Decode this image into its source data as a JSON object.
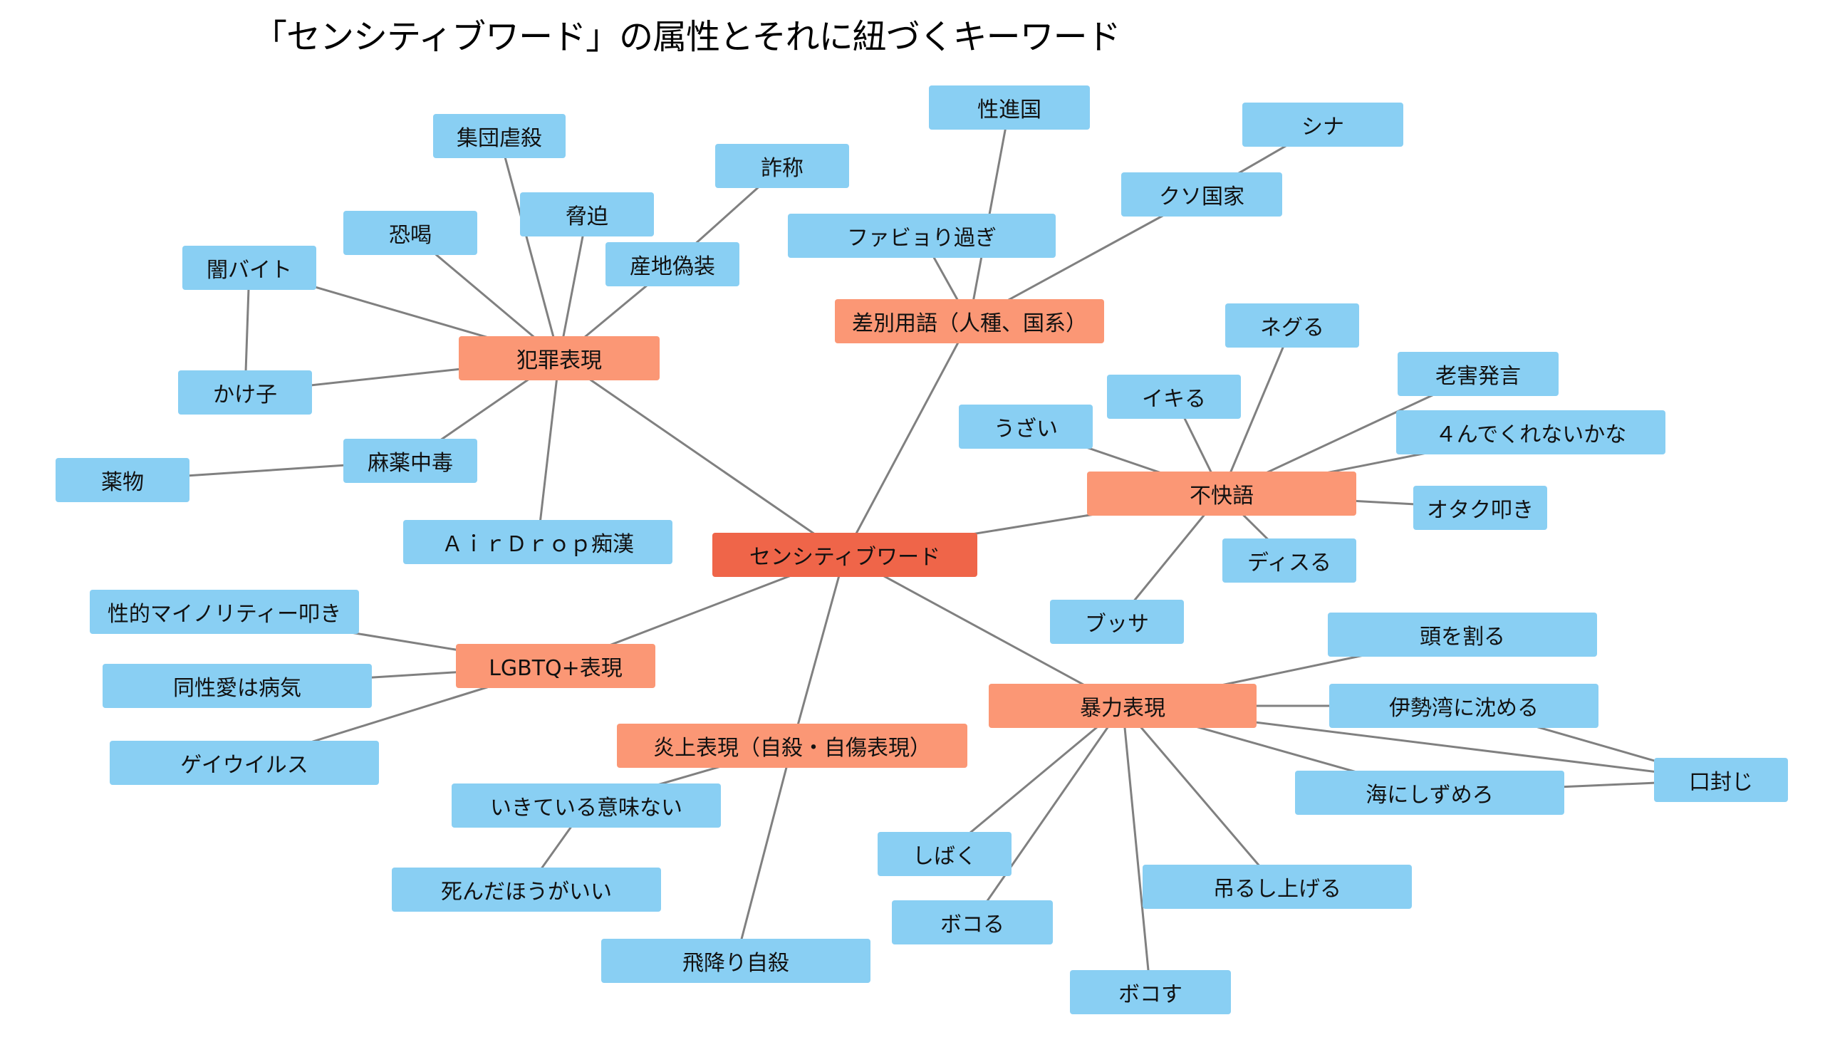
{
  "title": "「センシティブワード」の属性とそれに紐づくキーワード",
  "colors": {
    "root": "#ef6549",
    "category": "#fb9775",
    "leaf": "#89cff3",
    "edge": "#808080"
  },
  "root": {
    "id": "root",
    "label": "センシティブワード"
  },
  "categories": [
    {
      "id": "crime",
      "label": "犯罪表現"
    },
    {
      "id": "discrim",
      "label": "差別用語（人種、国系）"
    },
    {
      "id": "unpleasant",
      "label": "不快語"
    },
    {
      "id": "lgbtq",
      "label": "LGBTQ+表現"
    },
    {
      "id": "flame",
      "label": "炎上表現（自殺・自傷表現）"
    },
    {
      "id": "violence",
      "label": "暴力表現"
    }
  ],
  "leaves": [
    {
      "id": "c1",
      "label": "集団虐殺"
    },
    {
      "id": "c2",
      "label": "脅迫"
    },
    {
      "id": "c3",
      "label": "恐喝"
    },
    {
      "id": "c4",
      "label": "詐称"
    },
    {
      "id": "c5",
      "label": "産地偽装"
    },
    {
      "id": "c6",
      "label": "闇バイト"
    },
    {
      "id": "c7",
      "label": "かけ子"
    },
    {
      "id": "c8",
      "label": "麻薬中毒"
    },
    {
      "id": "c9",
      "label": "薬物"
    },
    {
      "id": "c10",
      "label": "ＡｉｒＤｒｏｐ痴漢"
    },
    {
      "id": "d1",
      "label": "性進国"
    },
    {
      "id": "d2",
      "label": "ファビョり過ぎ"
    },
    {
      "id": "d3",
      "label": "シナ"
    },
    {
      "id": "d4",
      "label": "クソ国家"
    },
    {
      "id": "u1",
      "label": "ネグる"
    },
    {
      "id": "u2",
      "label": "イキる"
    },
    {
      "id": "u3",
      "label": "うざい"
    },
    {
      "id": "u4",
      "label": "老害発言"
    },
    {
      "id": "u5",
      "label": "４んでくれないかな"
    },
    {
      "id": "u6",
      "label": "オタク叩き"
    },
    {
      "id": "u7",
      "label": "ディスる"
    },
    {
      "id": "u8",
      "label": "ブッサ"
    },
    {
      "id": "l1",
      "label": "性的マイノリティー叩き"
    },
    {
      "id": "l2",
      "label": "同性愛は病気"
    },
    {
      "id": "l3",
      "label": "ゲイウイルス"
    },
    {
      "id": "f1",
      "label": "いきている意味ない"
    },
    {
      "id": "f2",
      "label": "死んだほうがいい"
    },
    {
      "id": "f3",
      "label": "飛降り自殺"
    },
    {
      "id": "v1",
      "label": "頭を割る"
    },
    {
      "id": "v2",
      "label": "伊勢湾に沈める"
    },
    {
      "id": "v3",
      "label": "口封じ"
    },
    {
      "id": "v4",
      "label": "海にしずめろ"
    },
    {
      "id": "v5",
      "label": "しばく"
    },
    {
      "id": "v6",
      "label": "ボコる"
    },
    {
      "id": "v7",
      "label": "吊るし上げる"
    },
    {
      "id": "v8",
      "label": "ボコす"
    }
  ],
  "edges": [
    [
      "root",
      "crime"
    ],
    [
      "root",
      "discrim"
    ],
    [
      "root",
      "unpleasant"
    ],
    [
      "root",
      "lgbtq"
    ],
    [
      "root",
      "flame"
    ],
    [
      "root",
      "violence"
    ],
    [
      "crime",
      "c1"
    ],
    [
      "crime",
      "c2"
    ],
    [
      "crime",
      "c3"
    ],
    [
      "crime",
      "c5"
    ],
    [
      "crime",
      "c6"
    ],
    [
      "crime",
      "c7"
    ],
    [
      "crime",
      "c8"
    ],
    [
      "crime",
      "c10"
    ],
    [
      "c5",
      "c4"
    ],
    [
      "c6",
      "c7"
    ],
    [
      "c8",
      "c9"
    ],
    [
      "discrim",
      "d1"
    ],
    [
      "discrim",
      "d2"
    ],
    [
      "discrim",
      "d4"
    ],
    [
      "d4",
      "d3"
    ],
    [
      "unpleasant",
      "u1"
    ],
    [
      "unpleasant",
      "u2"
    ],
    [
      "unpleasant",
      "u3"
    ],
    [
      "unpleasant",
      "u4"
    ],
    [
      "unpleasant",
      "u5"
    ],
    [
      "unpleasant",
      "u6"
    ],
    [
      "unpleasant",
      "u7"
    ],
    [
      "unpleasant",
      "u8"
    ],
    [
      "lgbtq",
      "l1"
    ],
    [
      "lgbtq",
      "l2"
    ],
    [
      "lgbtq",
      "l3"
    ],
    [
      "flame",
      "f1"
    ],
    [
      "flame",
      "f3"
    ],
    [
      "f1",
      "f2"
    ],
    [
      "violence",
      "v1"
    ],
    [
      "violence",
      "v2"
    ],
    [
      "violence",
      "v3"
    ],
    [
      "violence",
      "v4"
    ],
    [
      "violence",
      "v5"
    ],
    [
      "violence",
      "v6"
    ],
    [
      "violence",
      "v7"
    ],
    [
      "violence",
      "v8"
    ],
    [
      "v2",
      "v3"
    ],
    [
      "v4",
      "v3"
    ]
  ]
}
